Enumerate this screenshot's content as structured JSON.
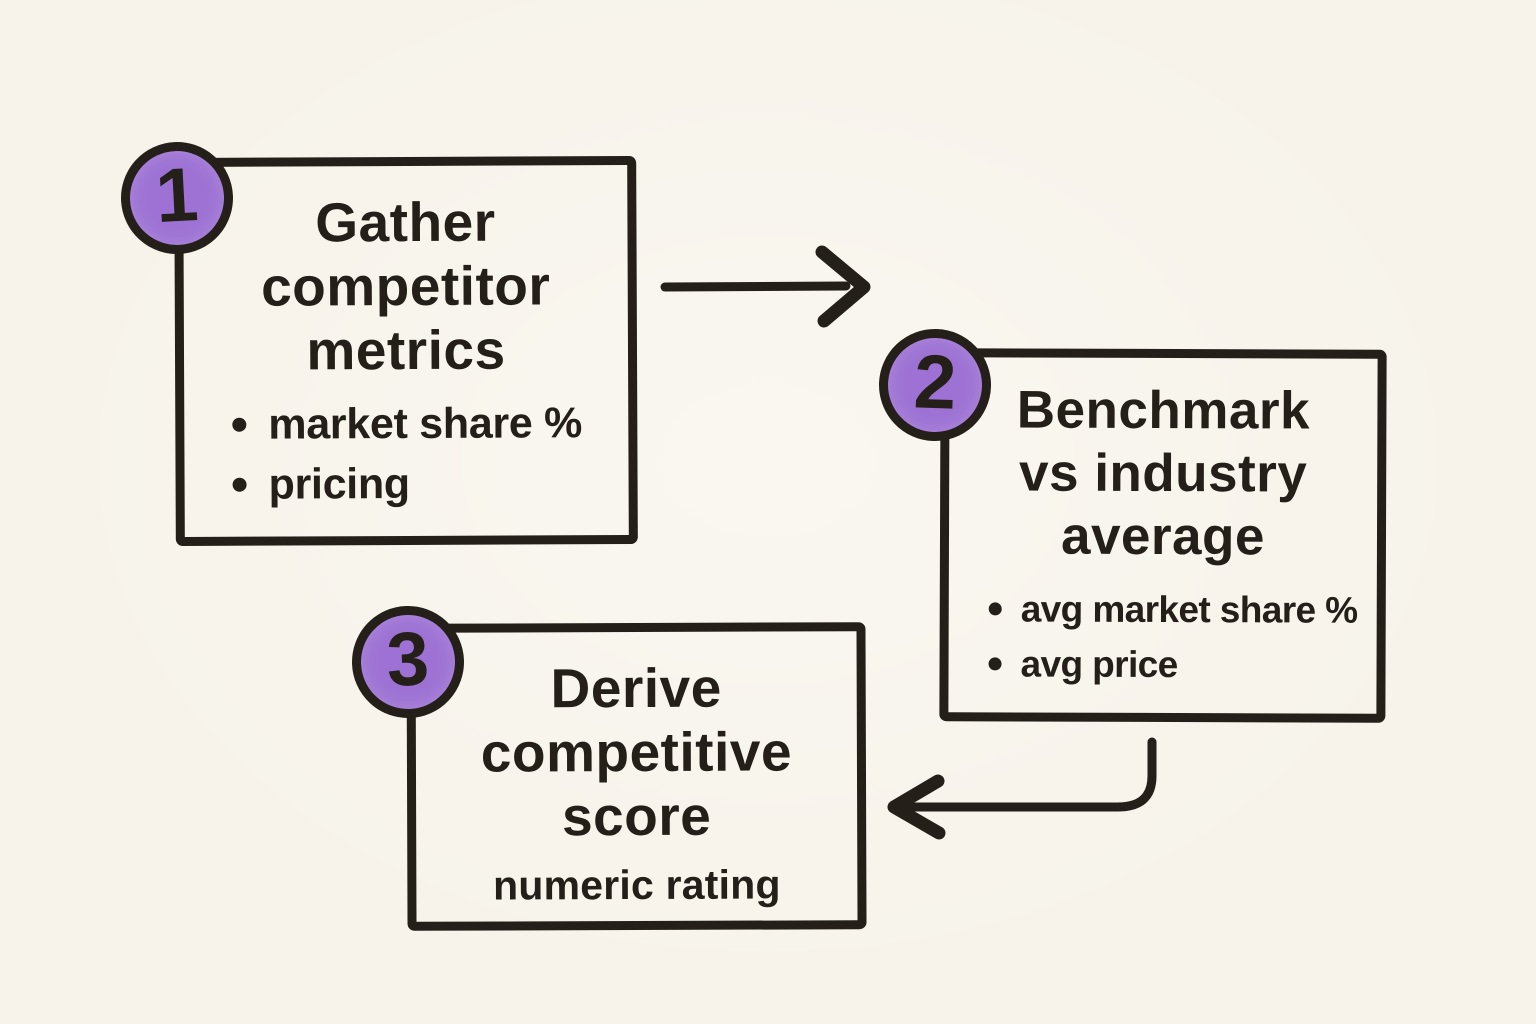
{
  "palette": {
    "background": "#f7f3ea",
    "ink": "#242019",
    "accent_purple": "#9d72d4"
  },
  "diagram": {
    "type": "flowchart",
    "steps": [
      {
        "number": "1",
        "title_lines": [
          "Gather",
          "competitor",
          "metrics"
        ],
        "bullets": [
          "market share %",
          "pricing"
        ]
      },
      {
        "number": "2",
        "title_lines": [
          "Benchmark",
          "vs industry",
          "average"
        ],
        "bullets": [
          "avg market share %",
          "avg price"
        ]
      },
      {
        "number": "3",
        "title_lines": [
          "Derive",
          "competitive",
          "score"
        ],
        "note": "numeric rating"
      }
    ],
    "connections": [
      {
        "from": "1",
        "to": "2",
        "style": "straight-right-arrow"
      },
      {
        "from": "2",
        "to": "3",
        "style": "down-then-left-elbow-arrow"
      }
    ]
  }
}
